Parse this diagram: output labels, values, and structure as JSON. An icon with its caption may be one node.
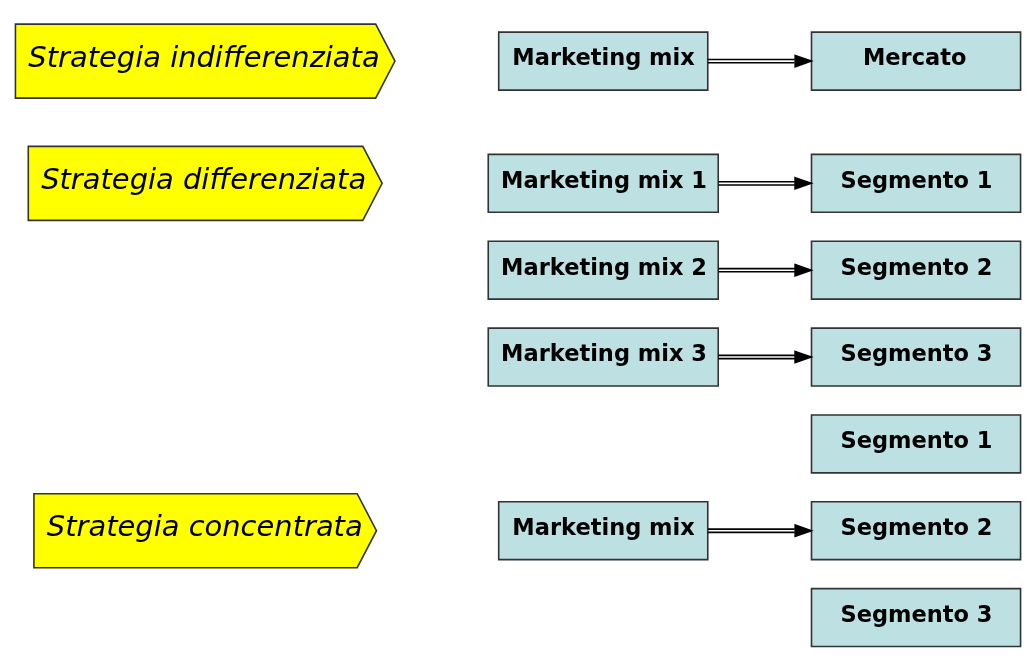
{
  "diagram": {
    "nodes": [
      {
        "text": [
          "Strategia indifferenziata"
        ]
      },
      {
        "text": [
          "Marketing mix"
        ]
      },
      {
        "text": [
          "Mercato"
        ]
      },
      {
        "text": [
          "Strategia differenziata"
        ]
      },
      {
        "text": [
          "Marketing mix 1"
        ]
      },
      {
        "text": [
          "Segmento 1"
        ]
      },
      {
        "text": [
          "Marketing mix 2"
        ]
      },
      {
        "text": [
          "Segmento 2"
        ]
      },
      {
        "text": [
          "Marketing mix 3"
        ]
      },
      {
        "text": [
          "Segmento 3"
        ]
      },
      {
        "text": [
          "Segmento 1"
        ]
      },
      {
        "text": [
          "Strategia concentrata"
        ]
      },
      {
        "text": [
          "Marketing mix"
        ]
      },
      {
        "text": [
          "Segmento 2"
        ]
      },
      {
        "text": [
          "Segmento 3"
        ]
      }
    ],
    "edges": [
      {
        "from": 1,
        "to": 2,
        "arrow": "to"
      },
      {
        "from": 4,
        "to": 5,
        "arrow": "to"
      },
      {
        "from": 6,
        "to": 7,
        "arrow": "to"
      },
      {
        "from": 8,
        "to": 9,
        "arrow": "to"
      },
      {
        "from": 12,
        "to": 13,
        "arrow": "to"
      }
    ]
  }
}
